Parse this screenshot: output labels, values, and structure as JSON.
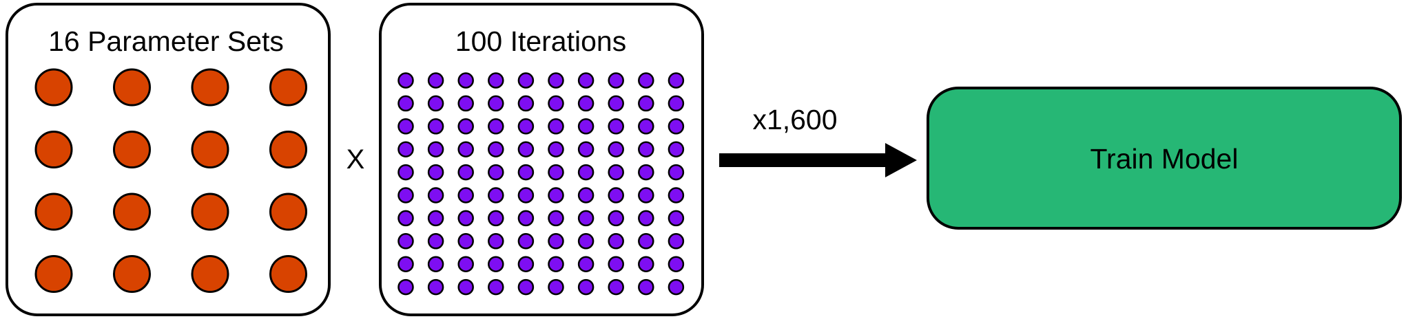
{
  "parameter_sets": {
    "title": "16 Parameter Sets",
    "count": 16,
    "rows": 4,
    "cols": 4,
    "dot_color": "#d84300"
  },
  "operator": "X",
  "iterations": {
    "title": "100 Iterations",
    "count": 100,
    "rows": 10,
    "cols": 10,
    "dot_color": "#7e0ef2"
  },
  "arrow": {
    "label": "x1,600"
  },
  "train_model": {
    "label": "Train Model",
    "fill_color": "#26b775"
  },
  "colors": {
    "stroke": "#000000",
    "background": "#ffffff"
  }
}
